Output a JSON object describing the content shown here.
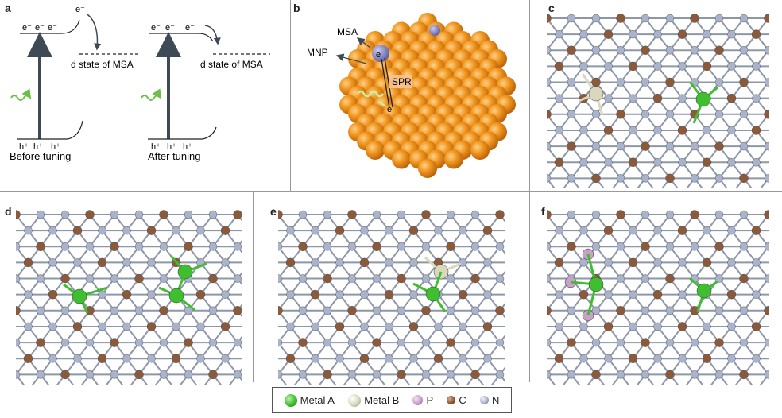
{
  "panel_labels": {
    "a": "a",
    "b": "b",
    "c": "c",
    "d": "d",
    "e": "e",
    "f": "f"
  },
  "panel_a": {
    "electron": "e⁻",
    "hole": "h⁺",
    "d_state": "d state of MSA",
    "before": "Before tuning",
    "after": "After tuning"
  },
  "panel_b": {
    "msa": "MSA",
    "mnp": "MNP",
    "spr": "SPR",
    "electron": "e"
  },
  "legend": {
    "metal_a": "Metal A",
    "metal_b": "Metal B",
    "p": "P",
    "c": "C",
    "n": "N"
  },
  "colors": {
    "metal_a": "#3fbf2f",
    "metal_b": "#d9d8bd",
    "p": "#c8a0c8",
    "c": "#8a5a3a",
    "n": "#a9b3cc",
    "sphere": "#f0961e",
    "msa_atom": "#7e7ec0",
    "arrow_dark": "#3e4a55"
  }
}
